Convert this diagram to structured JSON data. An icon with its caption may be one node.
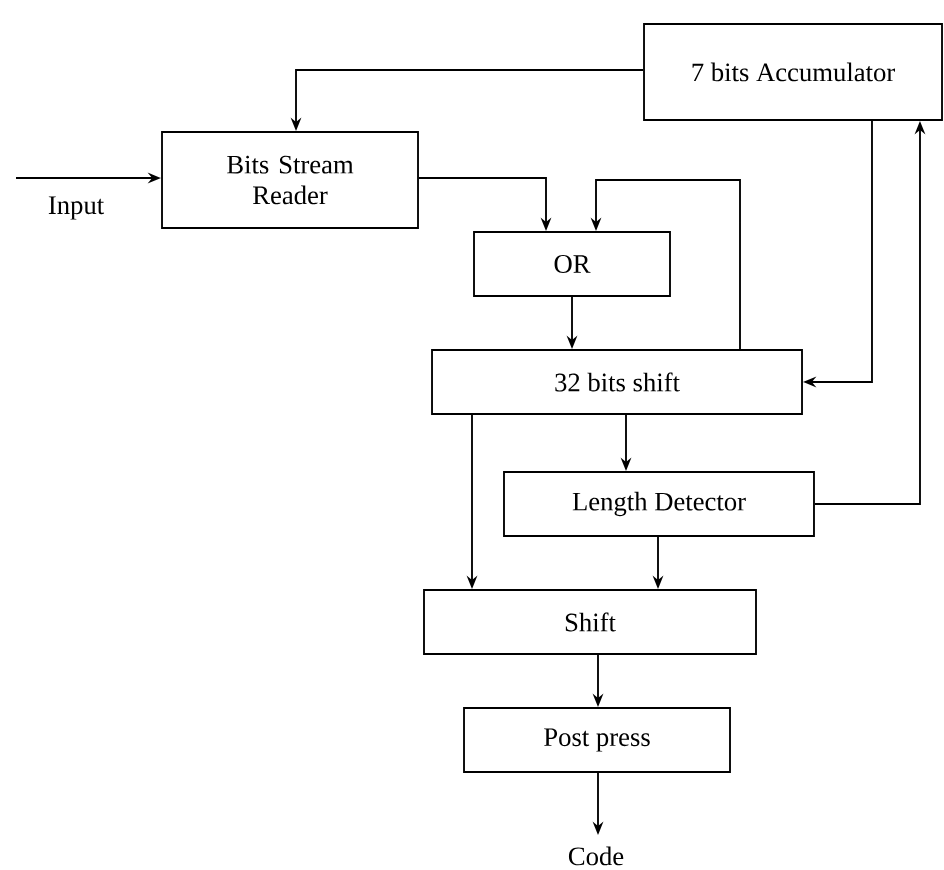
{
  "diagram": {
    "nodes": [
      {
        "text": [
          "7 bits Accumulator"
        ]
      },
      {
        "text": [
          "Bits Stream Reader"
        ]
      },
      {
        "text": [
          "OR"
        ]
      },
      {
        "text": [
          "32 bits shift"
        ]
      },
      {
        "text": [
          "Length Detector"
        ]
      },
      {
        "text": [
          "Shift"
        ]
      },
      {
        "text": [
          "Post press"
        ]
      },
      {
        "text": [
          "Code"
        ]
      }
    ],
    "edges": [
      {
        "from": null,
        "to": 1,
        "arrow": "to",
        "label": "Input"
      },
      {
        "from": 0,
        "to": 1,
        "arrow": "to"
      },
      {
        "from": 1,
        "to": 2,
        "arrow": "to"
      },
      {
        "from": 3,
        "to": 2,
        "arrow": "to"
      },
      {
        "from": 2,
        "to": 3,
        "arrow": "to"
      },
      {
        "from": 0,
        "to": 3,
        "arrow": "to"
      },
      {
        "from": 3,
        "to": 4,
        "arrow": "to"
      },
      {
        "from": 4,
        "to": 0,
        "arrow": "to"
      },
      {
        "from": 3,
        "to": 5,
        "arrow": "to"
      },
      {
        "from": 4,
        "to": 5,
        "arrow": "to"
      },
      {
        "from": 5,
        "to": 6,
        "arrow": "to"
      },
      {
        "from": 6,
        "to": 7,
        "arrow": "to"
      }
    ]
  }
}
